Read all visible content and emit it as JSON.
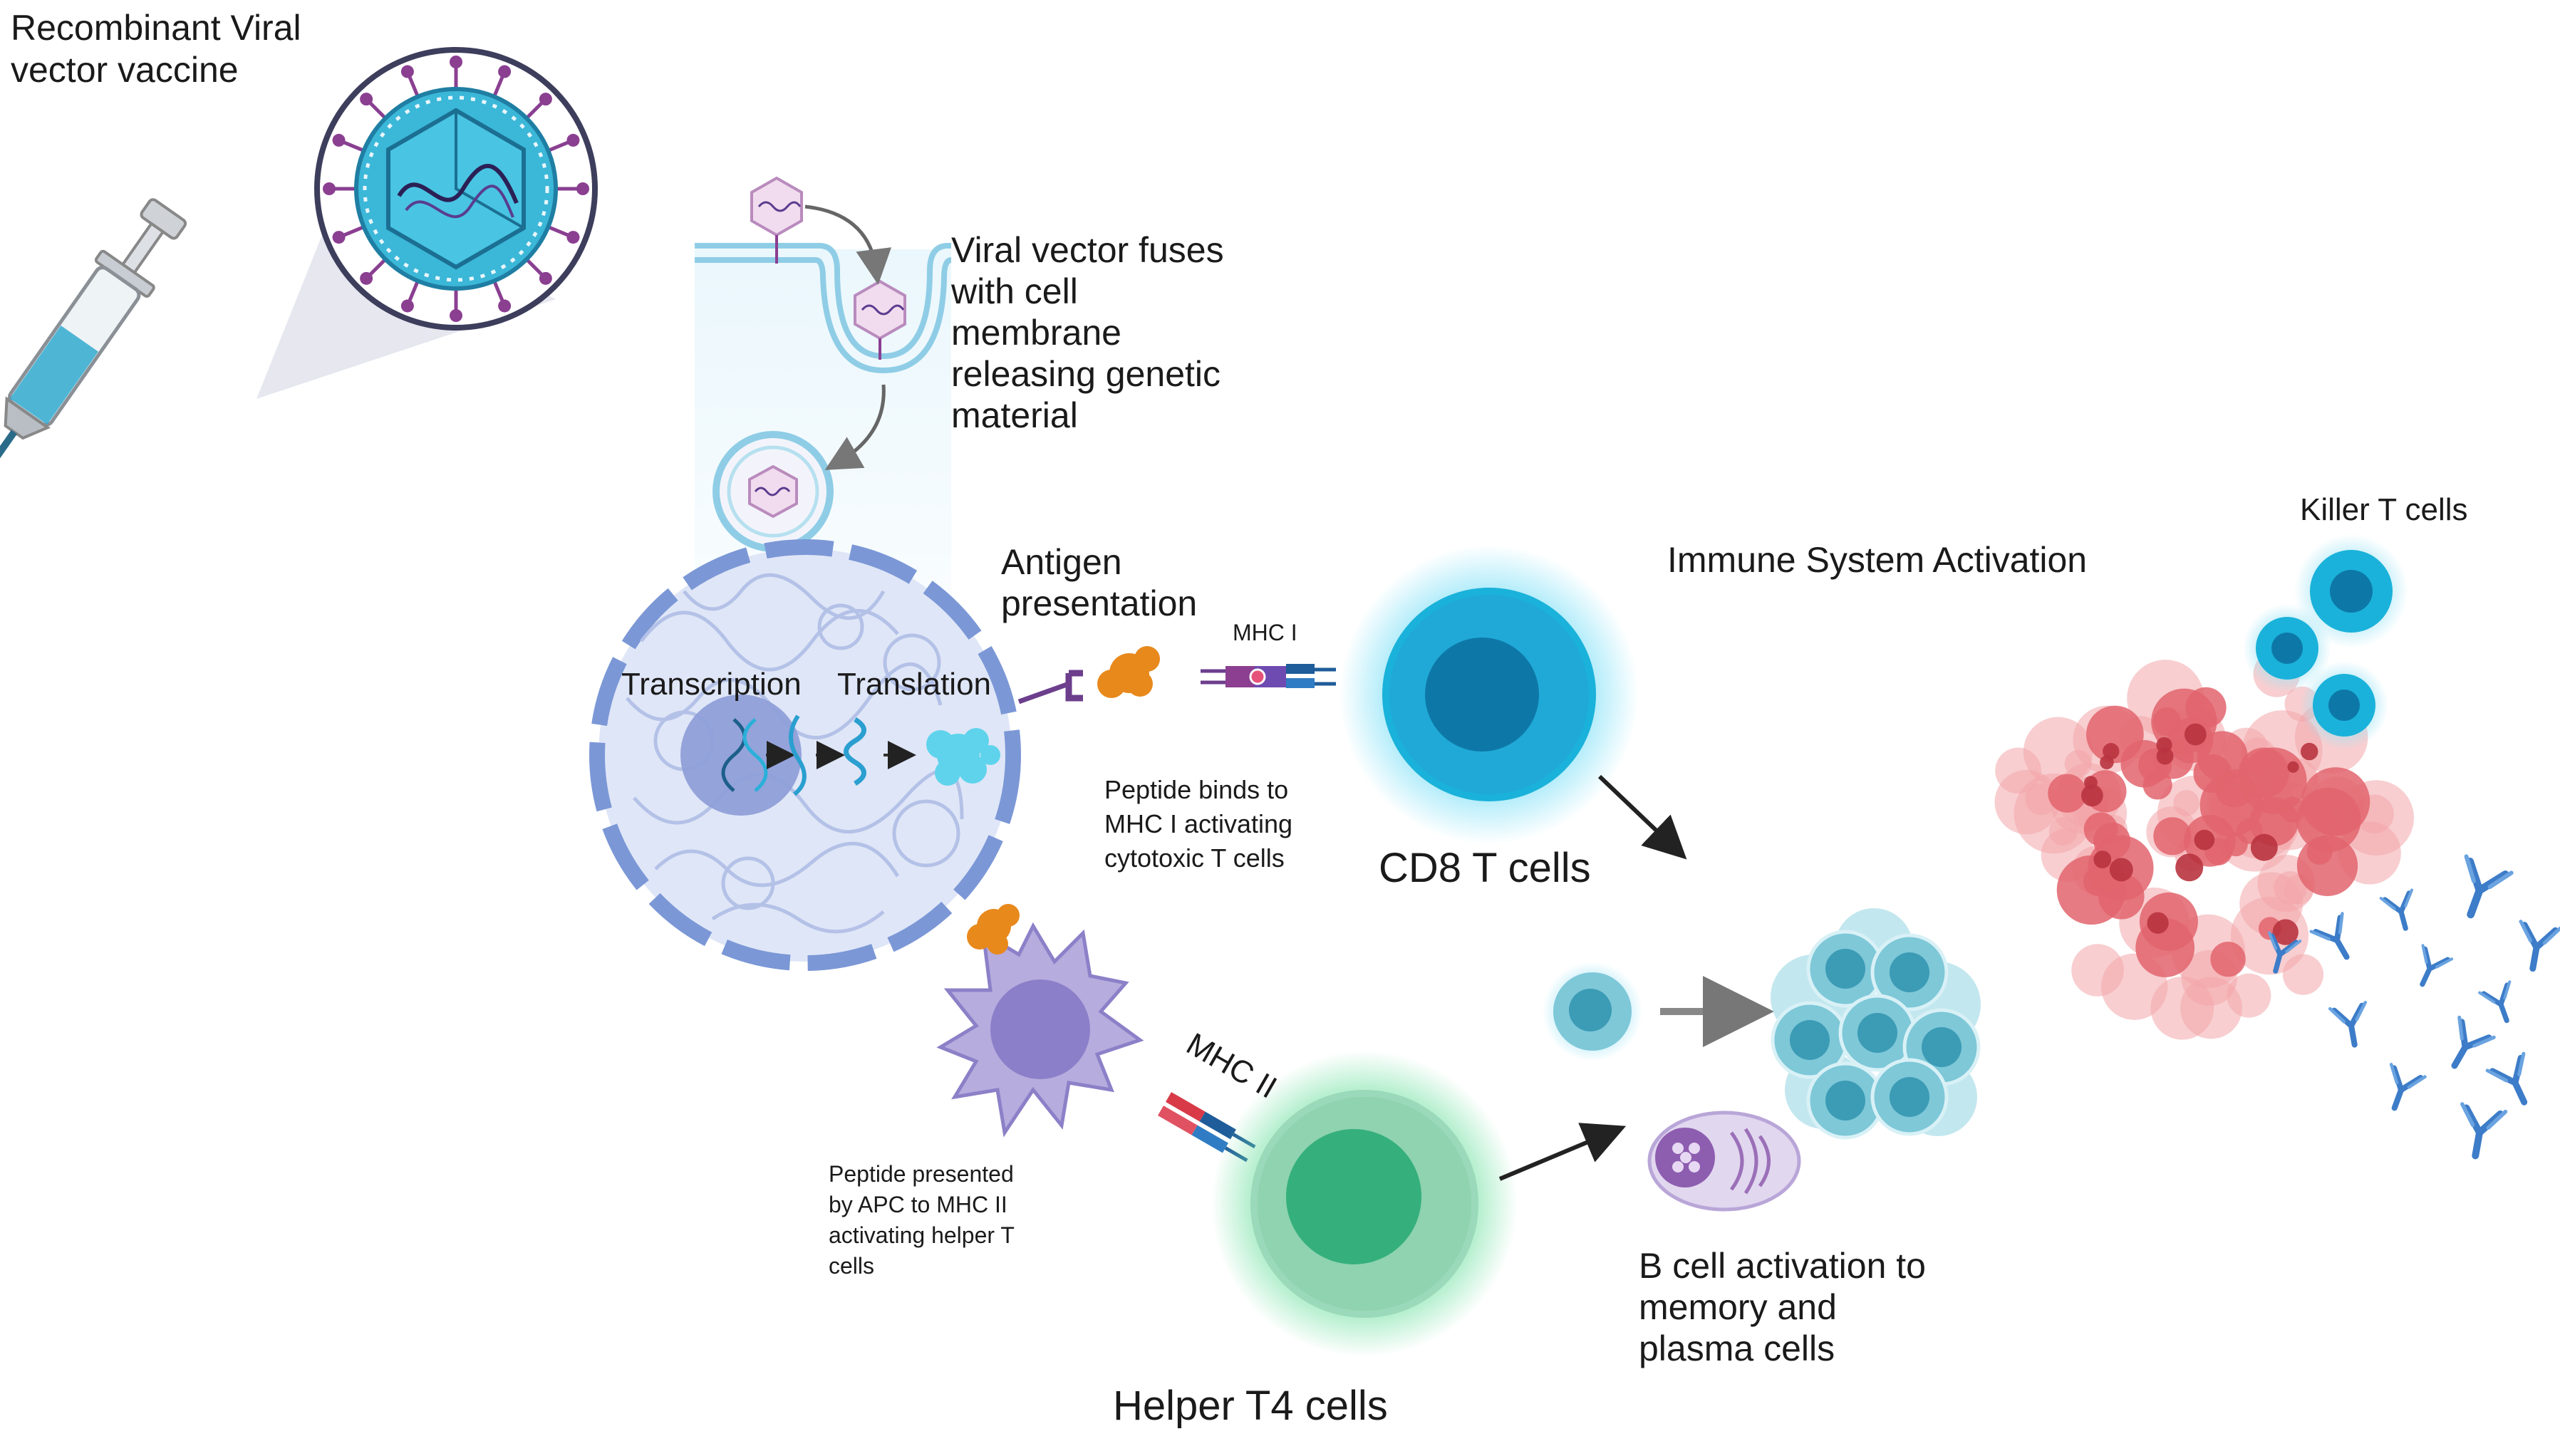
{
  "labels": {
    "vaccine": "Recombinant Viral vector vaccine",
    "fuse_line1": "Viral vector fuses",
    "fuse_line2": "with cell",
    "fuse_line3": "membrane",
    "fuse_line4": "releasing genetic",
    "fuse_line5": "material",
    "antigen_line1": "Antigen",
    "antigen_line2": "presentation",
    "transcription": "Transcription",
    "translation": "Translation",
    "mhc1": "MHC I",
    "mhc2": "MHC II",
    "peptide_mhc1_line1": "Peptide binds to",
    "peptide_mhc1_line2": "MHC I activating",
    "peptide_mhc1_line3": "cytotoxic T cells",
    "cd8": "CD8 T cells",
    "immune_activation": "Immune System Activation",
    "killer_t": "Killer T cells",
    "peptide_apc_line1": "Peptide presented",
    "peptide_apc_line2": "by APC to MHC II",
    "peptide_apc_line3": "activating helper T",
    "peptide_apc_line4": "cells",
    "bcell_line1": "B cell activation to",
    "bcell_line2": "memory and",
    "bcell_line3": "plasma cells",
    "helper": "Helper T4 cells"
  },
  "colors": {
    "cell_membrane": "#7b97d6",
    "cytoplasm": "#dfe6f7",
    "nucleus": "#8f9fd8",
    "virus_teal": "#2fb3d4",
    "virus_spike": "#8a3f91",
    "cd8_cell": "#18a6d2",
    "helper_cell": "#3cb27f",
    "apc_cell": "#a9a0d8",
    "antigen_orange": "#e8891c",
    "tumor_red": "#e66a72",
    "antibody_blue": "#3d7cc8",
    "b_cell": "#6ec1d2",
    "plasma_cell": "#9b6fb8"
  },
  "icons": [
    "syringe-icon",
    "virus-icon",
    "dna-icon",
    "mrna-icon",
    "protein-icon",
    "antibody-icon"
  ]
}
